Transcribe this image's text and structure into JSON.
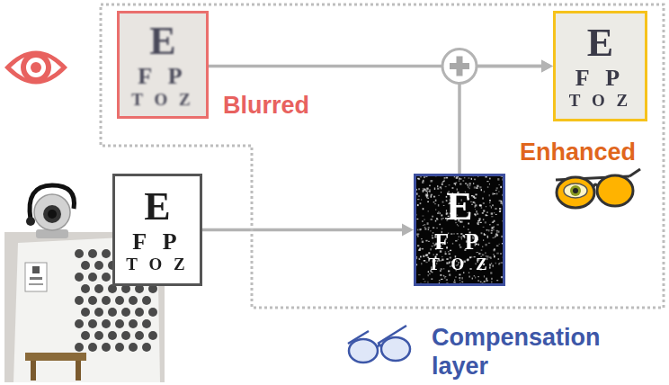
{
  "diagram": {
    "nodes": [
      {
        "text": [
          "E",
          "F P",
          "T O Z",
          "Blurred"
        ]
      },
      {
        "text": [
          "E",
          "F P",
          "T O Z",
          "Enhanced"
        ]
      },
      {
        "text": [
          "E",
          "F P",
          "T O Z"
        ]
      },
      {
        "text": [
          "E",
          "F P",
          "T O Z",
          "Compensation layer"
        ]
      }
    ],
    "edges": [
      {
        "from": 0,
        "to": 1,
        "arrow": "to"
      },
      {
        "from": 2,
        "to": 3,
        "arrow": "to"
      },
      {
        "from": 3,
        "to": 1,
        "arrow": "to"
      }
    ]
  }
}
